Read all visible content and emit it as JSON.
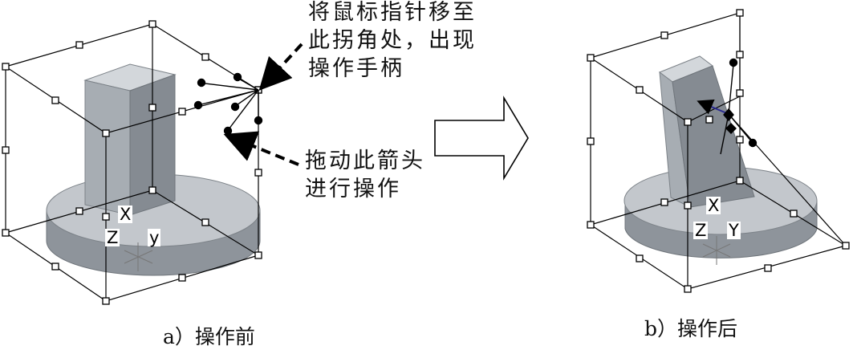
{
  "annotations": {
    "handle_lines": [
      "将鼠标指针移至",
      "此拐角处，出现",
      "操作手柄"
    ],
    "drag_lines": [
      "拖动此箭头",
      "进行操作"
    ]
  },
  "captions": {
    "before": "a）操作前",
    "after": "b）操作后"
  },
  "axes_before": {
    "x": "X",
    "z": "Z",
    "y": "y"
  },
  "axes_after": {
    "x": "X",
    "z": "Z",
    "y": "Y"
  },
  "colors": {
    "solid_face": "#b4b9bf",
    "solid_side": "#8e949b",
    "solid_top": "#d3d7db",
    "line": "#000000",
    "handle_blue": "#2a2a90"
  }
}
